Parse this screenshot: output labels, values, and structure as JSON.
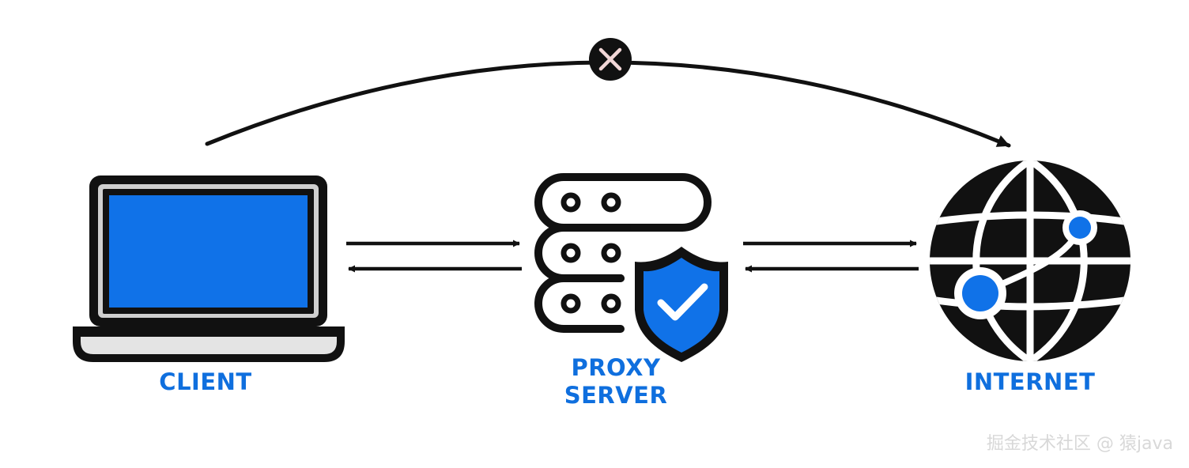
{
  "nodes": {
    "client": {
      "label": "CLIENT",
      "icon": "laptop-icon"
    },
    "proxy": {
      "label_line1": "PROXY",
      "label_line2": "SERVER",
      "icon": "server-shield-icon"
    },
    "internet": {
      "label": "INTERNET",
      "icon": "globe-icon"
    }
  },
  "connections": {
    "direct_blocked_icon": "x-circle-icon",
    "client_proxy": "bidirectional",
    "proxy_internet": "bidirectional"
  },
  "watermark": "掘金技术社区 @ 猿java",
  "colors": {
    "accent_blue": "#1072e8",
    "label_blue": "#0f6fde",
    "ink": "#111111",
    "laptop_base": "#e4e4e4",
    "x_mark": "#f2d7d7",
    "watermark": "#d8d8d8"
  }
}
